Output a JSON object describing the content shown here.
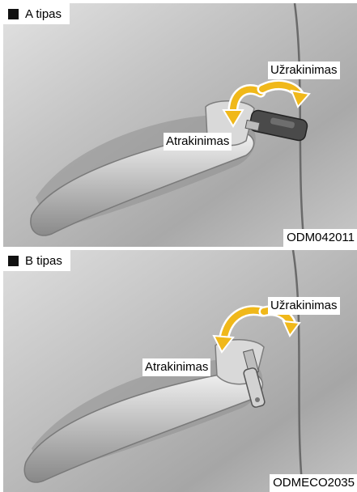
{
  "figures": [
    {
      "id": "a",
      "type_label": "A tipas",
      "lock_label": "Užrakinimas",
      "unlock_label": "Atrakinimas",
      "code": "ODM042011"
    },
    {
      "id": "b",
      "type_label": "B tipas",
      "lock_label": "Užrakinimas",
      "unlock_label": "Atrakinimas",
      "code": "ODMECO2035"
    }
  ],
  "colors": {
    "door_panel": "#b9b9b9",
    "arrow_lock": "#f0b81a",
    "arrow_unlock": "#f0b81a",
    "arrow_outline": "#ffffff"
  },
  "icons": {
    "type_marker": "black-square-icon",
    "lock_arrow": "curved-arrow-icon",
    "unlock_arrow": "curved-arrow-icon",
    "key": "key-icon"
  }
}
